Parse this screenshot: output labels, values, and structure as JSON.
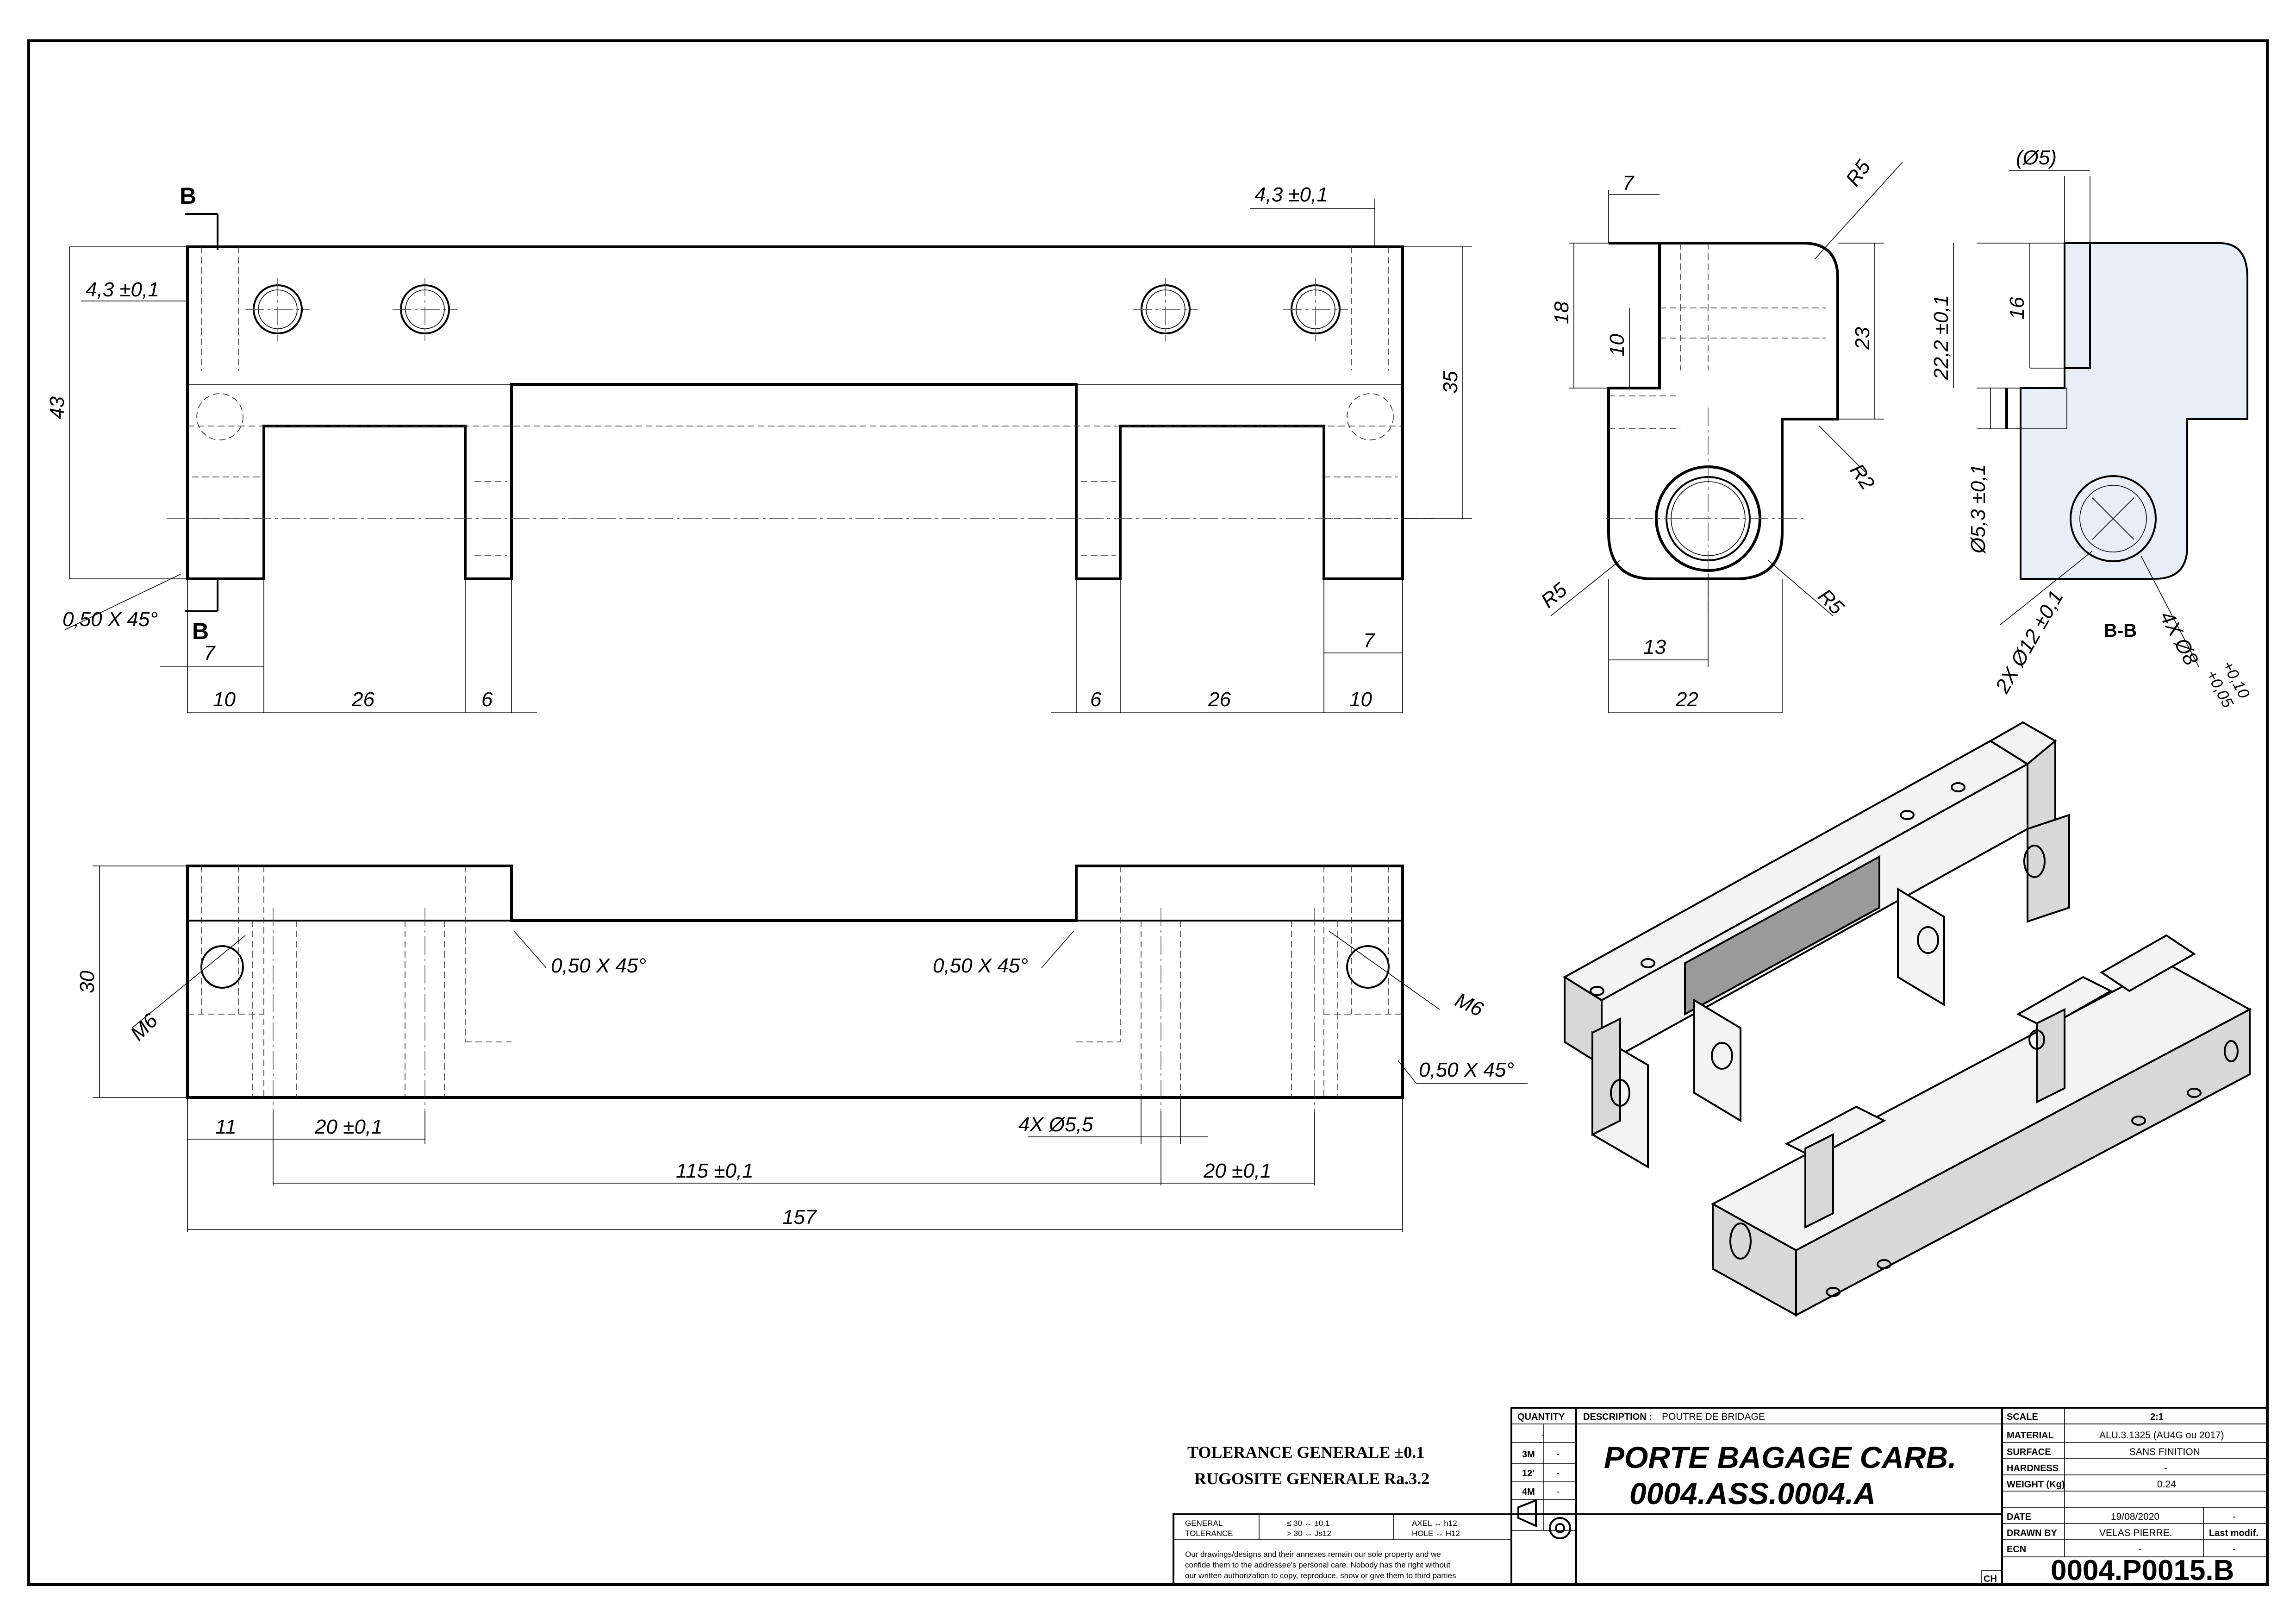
{
  "views": {
    "section_marks": {
      "b_top": "B",
      "b_bottom": "B",
      "section_label": "B-B"
    },
    "front": {
      "d_43": "43",
      "d_35": "35",
      "d_43_left": "4,3 ±0,1",
      "d_43_right": "4,3 ±0,1",
      "chamfer": "0,50 X 45°",
      "d_7_left": "7",
      "d_7_right": "7",
      "bottom_dims": [
        "10",
        "26",
        "6",
        "6",
        "26",
        "10"
      ]
    },
    "side": {
      "d_7": "7",
      "d_18": "18",
      "d_10": "10",
      "d_23": "23",
      "d_13": "13",
      "d_22": "22",
      "r5_top": "R5",
      "r2": "R2",
      "r5_left": "R5",
      "r5_right": "R5"
    },
    "section": {
      "d_phi5": "(Ø5)",
      "d_16": "16",
      "d_222": "22,2 ±0,1",
      "d_53": "Ø5,3 ±0,1",
      "d_2x12": "2X Ø12 ±0,1",
      "d_4x8": "4X Ø8",
      "tol_plus": "+0,10",
      "tol_plus2": "+0,05"
    },
    "top": {
      "d_30": "30",
      "m6_left": "M6",
      "m6_right": "M6",
      "chamfer_1": "0,50 X 45°",
      "chamfer_2": "0,50 X 45°",
      "chamfer_3": "0,50 X 45°",
      "d_11": "11",
      "d_20a": "20 ±0,1",
      "d_4x55": "4X Ø5,5",
      "d_115": "115 ±0,1",
      "d_20b": "20 ±0,1",
      "d_157": "157"
    }
  },
  "notes": {
    "tolerance": "TOLERANCE GENERALE ±0.1",
    "roughness": "RUGOSITE GENERALE Ra.3.2"
  },
  "title_block": {
    "quantity_label": "QUANTITY",
    "quantity_rows": [
      {
        "k": "3M",
        "v": "-"
      },
      {
        "k": "12'",
        "v": "-"
      },
      {
        "k": "4M",
        "v": "-"
      }
    ],
    "quantity_top": "-",
    "description_label": "DESCRIPTION :",
    "description": "POUTRE DE BRIDAGE",
    "title_line1": "PORTE BAGAGE CARB.",
    "title_line2": "0004.ASS.0004.A",
    "ch": "CH",
    "rows": [
      {
        "label": "SCALE",
        "value": "2:1"
      },
      {
        "label": "MATERIAL",
        "value": "ALU.3.1325 (AU4G ou 2017)"
      },
      {
        "label": "SURFACE",
        "value": "SANS FINITION"
      },
      {
        "label": "HARDNESS",
        "value": "-"
      },
      {
        "label": "WEIGHT (Kg)",
        "value": "0.24"
      }
    ],
    "date_label": "DATE",
    "date_value": "19/08/2020",
    "date_extra": "-",
    "drawn_label": "DRAWN BY",
    "drawn_value": "VELAS PIERRE.",
    "last_modif": "Last modif.",
    "ecn_label": "ECN",
    "ecn_value": "-",
    "ecn_extra": "-",
    "drawing_number": "0004.P0015.B",
    "general_tol": {
      "general": "GENERAL",
      "tolerance": "TOLERANCE",
      "row1": "≤ 30  ↔  ±0.1",
      "row2": "> 30  ↔  Js12",
      "axel": "AXEL  ↔  h12",
      "hole": "HOLE  ↔  H12"
    },
    "legal1": "Our drawings/designs and their annexes remain our sole property and we",
    "legal2": "confide them to the addressee's personal care. Nobody has the right without",
    "legal3": "our written authorization to copy, reproduce, show or give them to third parties"
  }
}
